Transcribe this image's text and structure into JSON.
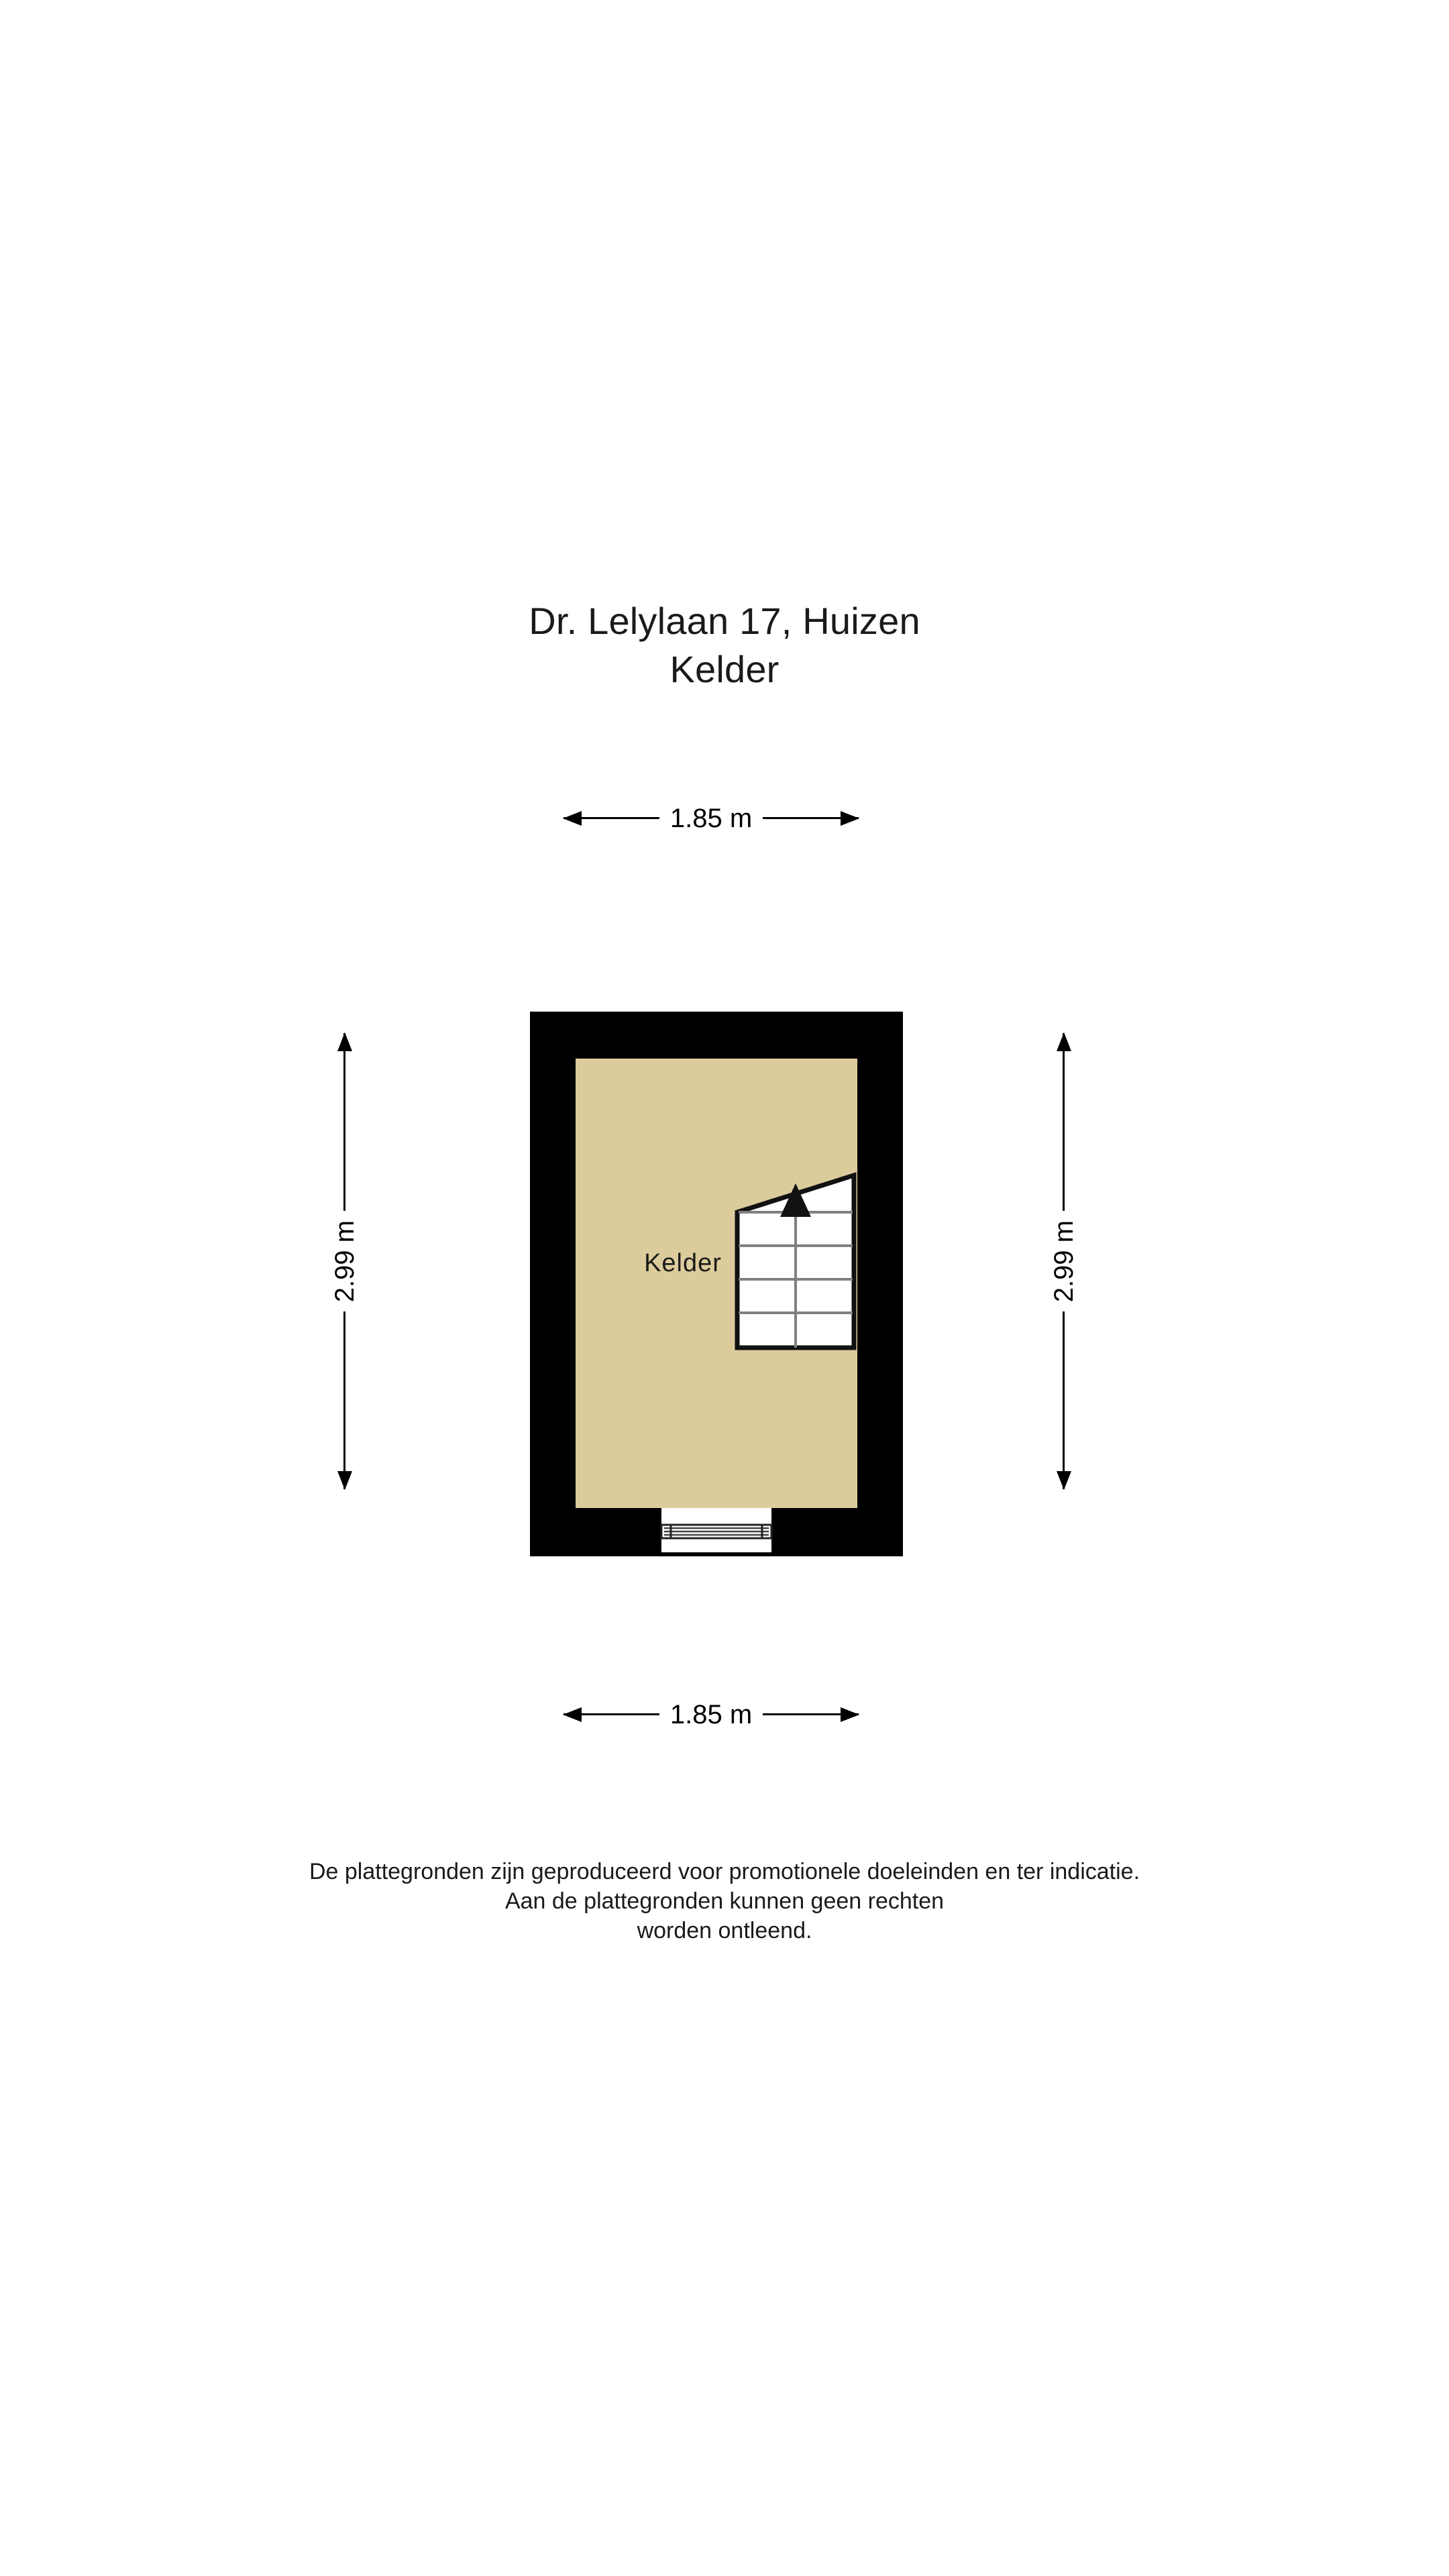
{
  "title": {
    "address": "Dr. Lelylaan 17, Huizen",
    "floor": "Kelder"
  },
  "dimensions": {
    "top": "1.85 m",
    "bottom": "1.85 m",
    "left": "2.99 m",
    "right": "2.99 m"
  },
  "plan": {
    "room_label": "Kelder",
    "stair_direction_icon": "up-arrow-icon",
    "window_icon": "window-symbol",
    "colors": {
      "wall": "#000000",
      "floor": "#DCCC9C",
      "stair_fill": "#FFFFFF",
      "stair_stroke": "#000000",
      "stair_tread_line": "#808080",
      "background": "#FFFFFF"
    },
    "stair_treads": 5
  },
  "footer": {
    "line1": "De plattegronden zijn geproduceerd voor promotionele doeleinden en ter indicatie.",
    "line2": "Aan de plattegronden kunnen geen rechten",
    "line3": "worden ontleend."
  }
}
